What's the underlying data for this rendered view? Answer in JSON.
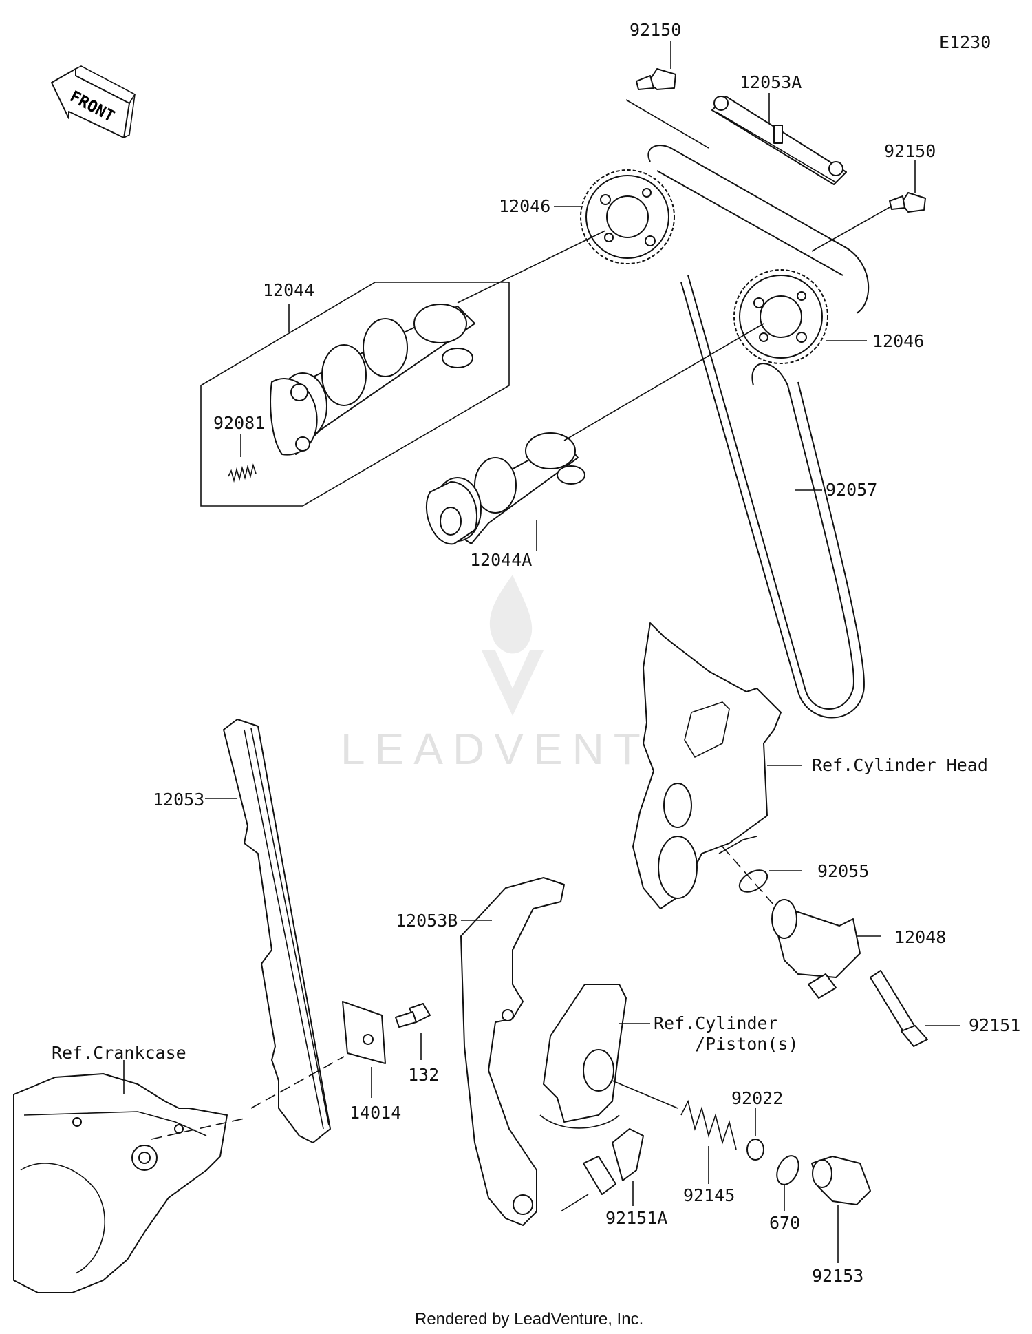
{
  "diagram_code": "E1230",
  "front_label": "FRONT",
  "watermark": "LEADVENTURE",
  "footer": "Rendered by LeadVenture, Inc.",
  "parts": {
    "p92150_top": "92150",
    "p12053A": "12053A",
    "p92150_right": "92150",
    "p12046_left": "12046",
    "p12046_right": "12046",
    "p12044": "12044",
    "p92081": "92081",
    "p12044A": "12044A",
    "p92057": "92057",
    "p12053": "12053",
    "p12053B": "12053B",
    "p92055": "92055",
    "p12048": "12048",
    "p92151": "92151",
    "p132": "132",
    "p14014": "14014",
    "p92022": "92022",
    "p92145": "92145",
    "p92151A": "92151A",
    "p670": "670",
    "p92153": "92153"
  },
  "references": {
    "cylinder_head": "Ref.Cylinder Head",
    "crankcase": "Ref.Crankcase",
    "cylinder_line1": "Ref.Cylinder",
    "cylinder_line2": "/Piston(s)"
  }
}
